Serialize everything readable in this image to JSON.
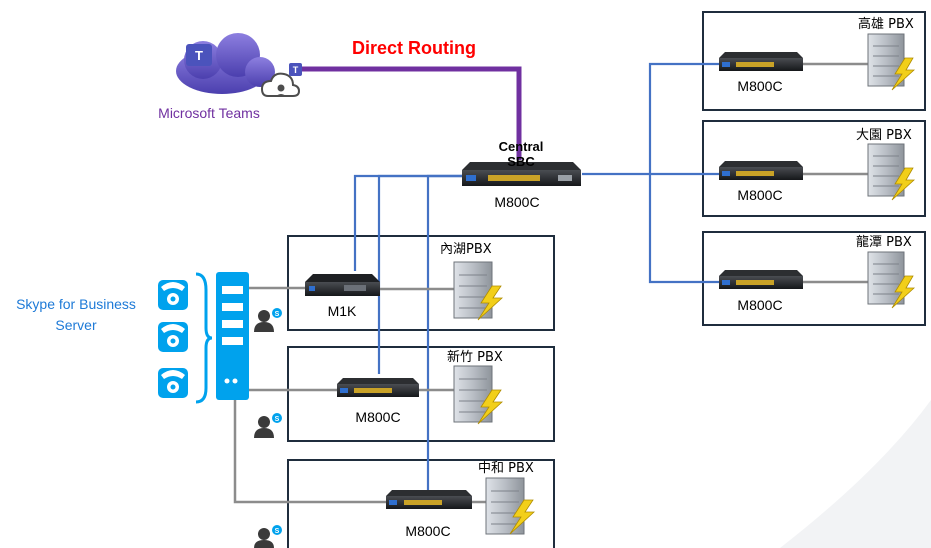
{
  "direct_routing_label": "Direct Routing",
  "teams_label": "Microsoft Teams",
  "skype_label_line1": "Skype for Business",
  "skype_label_line2": "Server",
  "central_sbc_line1": "Central",
  "central_sbc_line2": "SBC",
  "central_sbc_model": "M800C",
  "sites": [
    {
      "pbx": "高雄 PBX",
      "device": "M800C"
    },
    {
      "pbx": "大園 PBX",
      "device": "M800C"
    },
    {
      "pbx": "龍潭  PBX",
      "device": "M800C"
    },
    {
      "pbx": "內湖PBX",
      "device": "M1K"
    },
    {
      "pbx": "新竹 PBX",
      "device": "M800C"
    },
    {
      "pbx": "中和 PBX",
      "device": "M800C"
    }
  ],
  "skype_badge": "S",
  "colors": {
    "link_blue": "#4472c4",
    "teams_purple": "#7030a0",
    "direct_routing_red": "#ff0000",
    "skype_blue": "#00a2ed",
    "box_border": "#1f2d3d",
    "lightning": "#f2cf1a"
  }
}
